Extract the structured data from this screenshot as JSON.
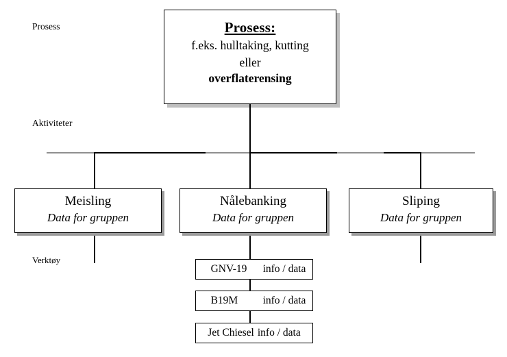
{
  "diagram": {
    "title_lane_labels": [
      "Prosess",
      "Aktiviteter",
      "Verktøy"
    ],
    "lanes": [
      {
        "key": "prosess",
        "label": "Prosess"
      },
      {
        "key": "aktiviteter",
        "label": "Aktiviteter"
      },
      {
        "key": "verktoy",
        "label": "Verktøy"
      }
    ],
    "process_box": {
      "title": "Prosess:",
      "example_line1": "f.eks. hulltaking, kutting",
      "example_line2": "eller",
      "emphasis": "overflaterensing"
    },
    "groups": [
      {
        "name": "Meisling",
        "subtitle": "Data for gruppen"
      },
      {
        "name": "Nålebanking",
        "subtitle": "Data for gruppen"
      },
      {
        "name": "Sliping",
        "subtitle": "Data for gruppen"
      }
    ],
    "tools": [
      {
        "name": "GNV-19",
        "info": "info / data"
      },
      {
        "name": "B19M",
        "info": "info / data"
      },
      {
        "name": "Jet Chiesel",
        "info": "info / data"
      }
    ],
    "colors": {
      "line": "#000000",
      "line_soft": "#8f8f8f",
      "box_border": "#000000",
      "box_fill": "#ffffff",
      "shadow": "#bfbfbf",
      "shadow_dark": "#9a9a9a",
      "text": "#000000"
    }
  }
}
